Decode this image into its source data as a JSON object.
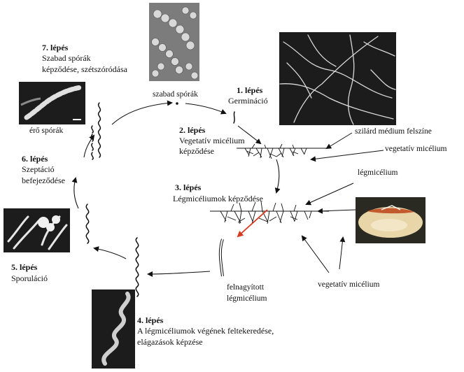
{
  "steps": [
    {
      "title": "1. lépés",
      "desc": [
        "Germináció"
      ]
    },
    {
      "title": "2. lépés",
      "desc": [
        "Vegetatív micélium",
        "képződése"
      ]
    },
    {
      "title": "3. lépés",
      "desc": [
        "Légmicéliumok képződése"
      ]
    },
    {
      "title": "4. lépés",
      "desc": [
        "A légmicéliumok végének feltekeredése,",
        "elágazások képzése"
      ]
    },
    {
      "title": "5. lépés",
      "desc": [
        "Sporuláció"
      ]
    },
    {
      "title": "6. lépés",
      "desc": [
        "Szeptáció",
        "befejeződése"
      ]
    },
    {
      "title": "7. lépés",
      "desc": [
        "Szabad spórák",
        "képződése, szétszóródása"
      ]
    }
  ],
  "labels": {
    "free_spores": "szabad spórák",
    "chain_spores": "érő spórák",
    "solid_surface": "szilárd médium felszíne",
    "vegetative_top": "vegetatív micélium",
    "aerial": "légmicélium",
    "vegetative_bottom": "vegetatív micélium",
    "magnified_1": "felnagyított",
    "magnified_2": "légmicélium"
  },
  "colors": {
    "ink": "#111111",
    "highlight_arrow": "#d63b1f",
    "colony_agar": "#e8d6a8",
    "colony_edge": "#c35a2e"
  }
}
